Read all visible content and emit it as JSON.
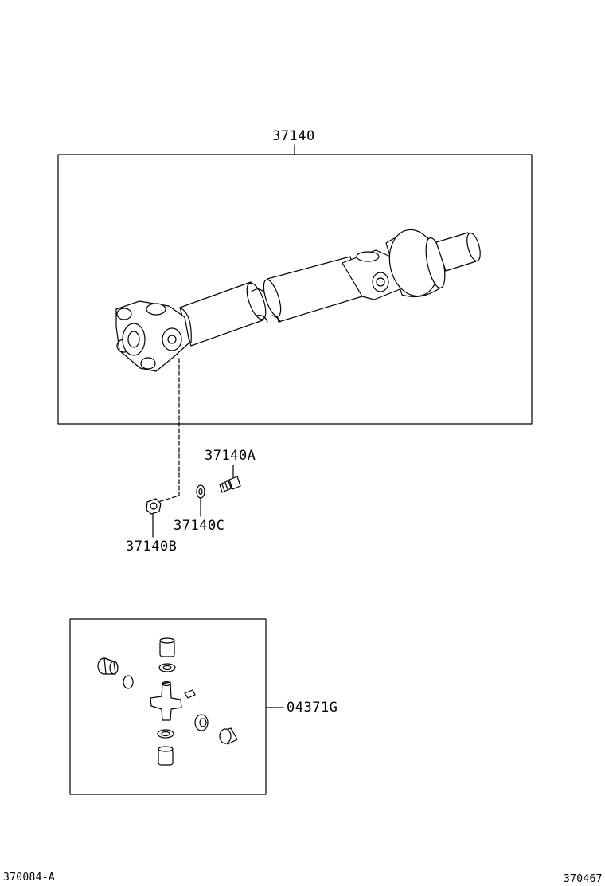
{
  "labels": {
    "shaft_assy": "37140",
    "bolt": "37140A",
    "nut": "37140B",
    "washer": "37140C",
    "spider_kit": "04371G"
  },
  "footer": {
    "left_code": "370084-A",
    "right_code": "370467"
  }
}
